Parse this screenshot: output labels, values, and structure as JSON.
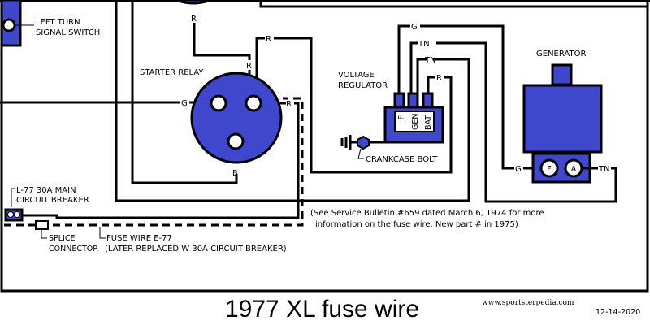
{
  "title": "1977 XL fuse wire",
  "website": "www.sportsterpedia.com",
  "date": "12-14-2020",
  "colors": {
    "component_fill": "#3f48cc",
    "wire": "#000000"
  },
  "components": {
    "left_turn_switch": [
      "LEFT TURN",
      "SIGNAL SWITCH"
    ],
    "starter_relay": "STARTER RELAY",
    "voltage_regulator": [
      "VOLTAGE",
      "REGULATOR"
    ],
    "regulator_terminals": [
      "F",
      "GEN",
      "BAT"
    ],
    "generator": "GENERATOR",
    "generator_terminals": [
      "F",
      "A"
    ],
    "crankcase_bolt": "CRANKCASE BOLT",
    "circuit_breaker": [
      "L-77 30A MAIN",
      "CIRCUIT BREAKER"
    ],
    "splice_connector": [
      "SPLICE",
      "CONNECTOR"
    ],
    "fuse_wire": [
      "FUSE WIRE E-77",
      "(LATER REPLACED W 30A CIRCUIT BREAKER)"
    ]
  },
  "wire_labels": {
    "r_top": "R",
    "r_relay_top": "R",
    "r_relay_upper": "R",
    "r_relay_right": "R",
    "g_relay": "G",
    "b_relay": "B",
    "g_reg": "G",
    "tn_reg1": "TN",
    "tn_reg2": "TN",
    "r_reg": "R",
    "g_gen": "G",
    "tn_gen": "TN"
  },
  "note": [
    "(See Service Bulletin #659 dated March 6, 1974 for more",
    "information on the fuse wire. New  part # in 1975)"
  ]
}
